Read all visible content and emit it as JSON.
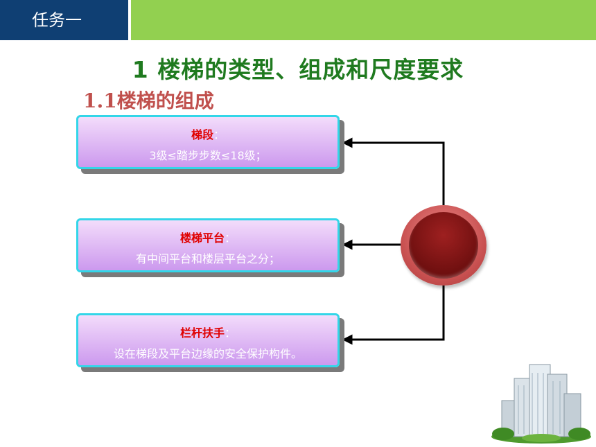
{
  "header": {
    "tab_label": "任务一"
  },
  "title": "1 楼梯的类型、组成和尺度要求",
  "subtitle": "1.1楼梯的组成",
  "items": [
    {
      "heading": "梯段",
      "colon": "：",
      "desc": "3级≤踏步步数≤18级；"
    },
    {
      "heading": "楼梯平台",
      "colon": "：",
      "desc": "有中间平台和楼层平台之分；"
    },
    {
      "heading": "栏杆扶手",
      "colon": "：",
      "desc": "设在梯段及平台边缘的安全保护构件。"
    }
  ],
  "colors": {
    "header_blue": "#0f3f73",
    "header_green": "#92d050",
    "title_green": "#1f7a1f",
    "subtitle_red": "#c0504d",
    "card_border": "#33d6e8",
    "heading_red": "#e00000",
    "hub_red": "#c85050"
  },
  "icons": {
    "hub": "circle-button-icon",
    "logo": "buildings-icon"
  }
}
